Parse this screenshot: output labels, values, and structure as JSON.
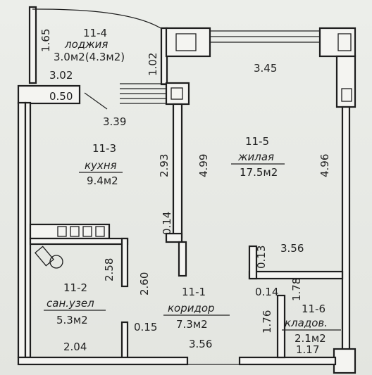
{
  "rooms": {
    "loggia": {
      "number": "11-4",
      "name": "лоджия",
      "area": "3.0м2(4.3м2)"
    },
    "kitchen": {
      "number": "11-3",
      "name": "кухня",
      "area": "9.4м2"
    },
    "living": {
      "number": "11-5",
      "name": "жилая",
      "area": "17.5м2"
    },
    "bath": {
      "number": "11-2",
      "name": "сан.узел",
      "area": "5.3м2"
    },
    "corridor": {
      "number": "11-1",
      "name": "коридор",
      "area": "7.3м2"
    },
    "storage": {
      "number": "11-6",
      "name": "кладов.",
      "area": "2.1м2"
    }
  },
  "dimensions": {
    "loggia_height": "1.65",
    "loggia_depth": "1.02",
    "loggia_width": "3.02",
    "niche": "0.50",
    "kitchen_width": "3.39",
    "kitchen_length": "2.93",
    "partition_length": "4.99",
    "living_width": "3.45",
    "living_length": "4.96",
    "wall_stub": "0.14",
    "bath_length_a": "2.58",
    "bath_length_b": "2.60",
    "living_lower_width": "3.56",
    "closet_stub": "0.13",
    "closet_wall": "0.14",
    "closet_depth_a": "1.78",
    "closet_depth_b": "1.76",
    "bath_door": "0.15",
    "bath_width": "2.04",
    "corridor_width": "3.56",
    "closet_width": "1.17"
  }
}
